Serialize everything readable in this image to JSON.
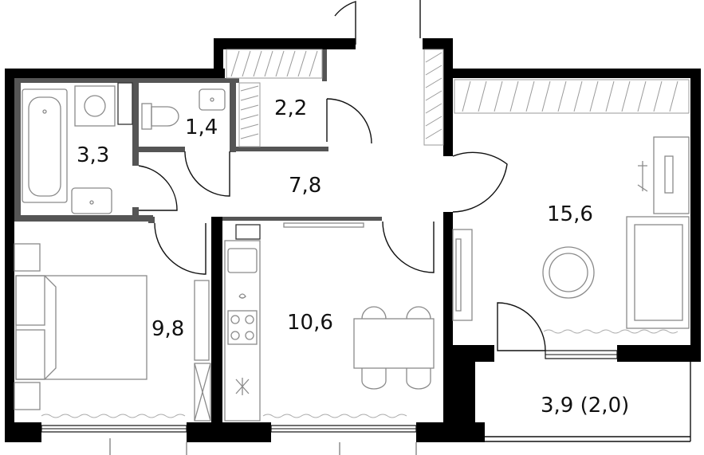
{
  "rooms": {
    "bathroom": {
      "area": "3,3"
    },
    "toilet": {
      "area": "1,4"
    },
    "closet": {
      "area": "2,2"
    },
    "hallway": {
      "area": "7,8"
    },
    "living_room": {
      "area": "15,6"
    },
    "bedroom": {
      "area": "9,8"
    },
    "kitchen": {
      "area": "10,6"
    },
    "balcony": {
      "area": "3,9 (2,0)"
    }
  },
  "colors": {
    "wall": "#000000",
    "partition": "#555555",
    "fixture": "#8a8a8a",
    "background": "#ffffff"
  }
}
